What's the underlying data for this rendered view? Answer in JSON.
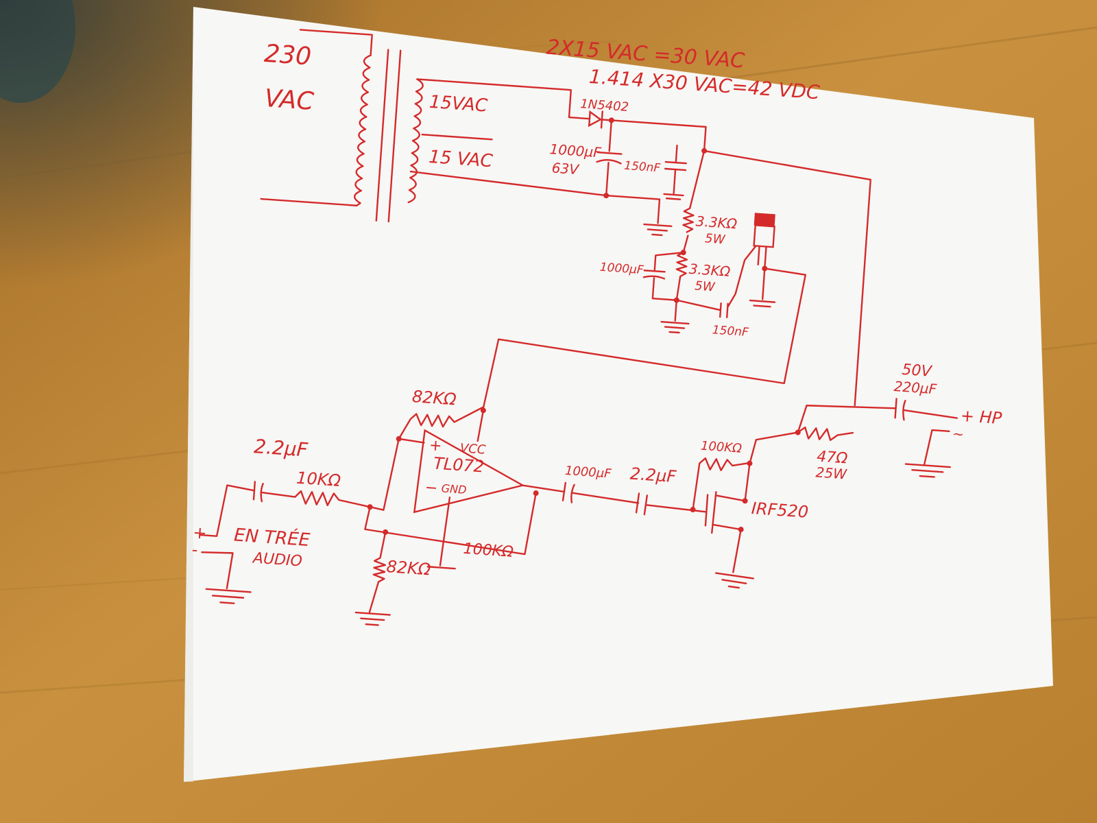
{
  "colors": {
    "ink": "#d42a2a",
    "paper": "#f7f7f5",
    "floor": "#c9913f",
    "floor_dark": "#a4722c"
  },
  "transformer": {
    "primary_top": "230",
    "primary_bottom": "VAC",
    "secondary_top": "15VAC",
    "secondary_bottom": "15 VAC"
  },
  "notes": {
    "line1": "2X15 VAC =30 VAC",
    "line2": "1.414 X30 VAC=42 VDC"
  },
  "supply": {
    "diode": "1N5402",
    "cap_main_value": "1000µF",
    "cap_main_voltage": "63V",
    "cap_small": "150nF",
    "r_upper_value": "3.3KΩ",
    "r_upper_power": "5W",
    "r_lower_value": "3.3KΩ",
    "r_lower_power": "5W",
    "cap_mid": "1000µF",
    "cap_bottom": "150nF"
  },
  "amplifier": {
    "input_cap": "2.2µF",
    "input_res": "10KΩ",
    "input_label_1": "EN TRÉE",
    "input_label_2": "AUDIO",
    "input_plus": "+",
    "input_minus": "-",
    "feedback_top": "82KΩ",
    "feedback_bottom": "100KΩ",
    "bias_res": "82KΩ",
    "opamp_name": "TL072",
    "opamp_vcc": "VCC",
    "opamp_plus": "+",
    "opamp_minus": "−",
    "opamp_gnd": "GND",
    "coupling_cap_1": "1000µF",
    "coupling_cap_2": "2.2µF",
    "gate_res": "100KΩ",
    "mosfet": "IRF520",
    "load_res_value": "47Ω",
    "load_res_power": "25W",
    "out_cap_voltage": "50V",
    "out_cap_value": "220µF",
    "speaker": "+ HP",
    "speaker_tilde": "~"
  }
}
